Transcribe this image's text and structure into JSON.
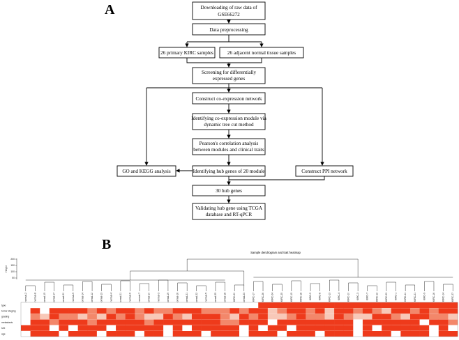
{
  "panels": {
    "a": "A",
    "b": "B"
  },
  "flowchart": {
    "download": [
      "Downloading of raw data of",
      "GSE66272"
    ],
    "preprocess": [
      "Data preprocessing"
    ],
    "kirc": [
      "26 primary KIRC samples"
    ],
    "normal": [
      "26 adjacent normal tissue samples"
    ],
    "screen": [
      "Screening for differentially",
      "expressed genes"
    ],
    "coexp": [
      "Construct co-expression network"
    ],
    "module": [
      "Identifying co-expression module via",
      "dynamic tree cut method"
    ],
    "pearson": [
      "Pearson's correlation analysis",
      "between modules and clinical  traits"
    ],
    "go": [
      "GO and KEGG analysis"
    ],
    "hub": [
      "Identifying hub genes of  20 module"
    ],
    "ppi": [
      "Construct PPI network"
    ],
    "hub30": [
      "30 hub genes"
    ],
    "validate": [
      "Validating  hub gene using TCGA",
      "database and RT-qPCR"
    ]
  },
  "heatmap": {
    "title": "Sample dendrogram and trait heatmap",
    "ylabel": "Height",
    "yticks": [
      "200",
      "150",
      "100",
      "50"
    ],
    "samples": [
      "adj-normal-2",
      "adj-normal-8",
      "adj-normal-15",
      "adj-normal-17",
      "adj-normal-20",
      "adj-normal-9",
      "adj-normal-14",
      "adj-normal-12",
      "adj-normal-13",
      "adj-normal-4",
      "adj-normal-11",
      "adj-normal-6",
      "adj-normal-7",
      "adj-normal-10",
      "adj-normal-3",
      "adj-normal-19",
      "adj-normal-16",
      "adj-normal-21",
      "adj-normal-22",
      "adj-normal-5",
      "adj-normal-25",
      "adj-normal-18",
      "KIRC-20",
      "adj-normal-23",
      "KIRC-17",
      "KIRC-26",
      "KIRC-24",
      "KIRC-25",
      "KIRC-15",
      "KIRC-18",
      "KIRC-5",
      "KIRC-8",
      "KIRC-13",
      "KIRC-4",
      "KIRC-10",
      "KIRC-3",
      "KIRC-7",
      "KIRC-12",
      "KIRC-23",
      "KIRC-1",
      "KIRC-11",
      "KIRC-21",
      "KIRC-9",
      "KIRC-16",
      "KIRC-14",
      "KIRC-27"
    ],
    "traits": [
      "type",
      "tumor staging",
      "grading",
      "metastasis",
      "sex",
      "age"
    ],
    "colors": {
      "high": "#ee3a1b",
      "mid": "#f3876a",
      "low": "#f8c8b8",
      "none": "#ffffff"
    },
    "cells": [
      "0000000000000000000000000333333333333333333333333333",
      "0303333232332322333222323312332313323213323233313333",
      "0213221213232113213332132311232213211332133221312333",
      "0332333233333233333332233303333333303333330332333333",
      "3330303330333330303333303033033333303033333030333033",
      "0333033303330330333033303330333033303330333033303330"
    ]
  }
}
